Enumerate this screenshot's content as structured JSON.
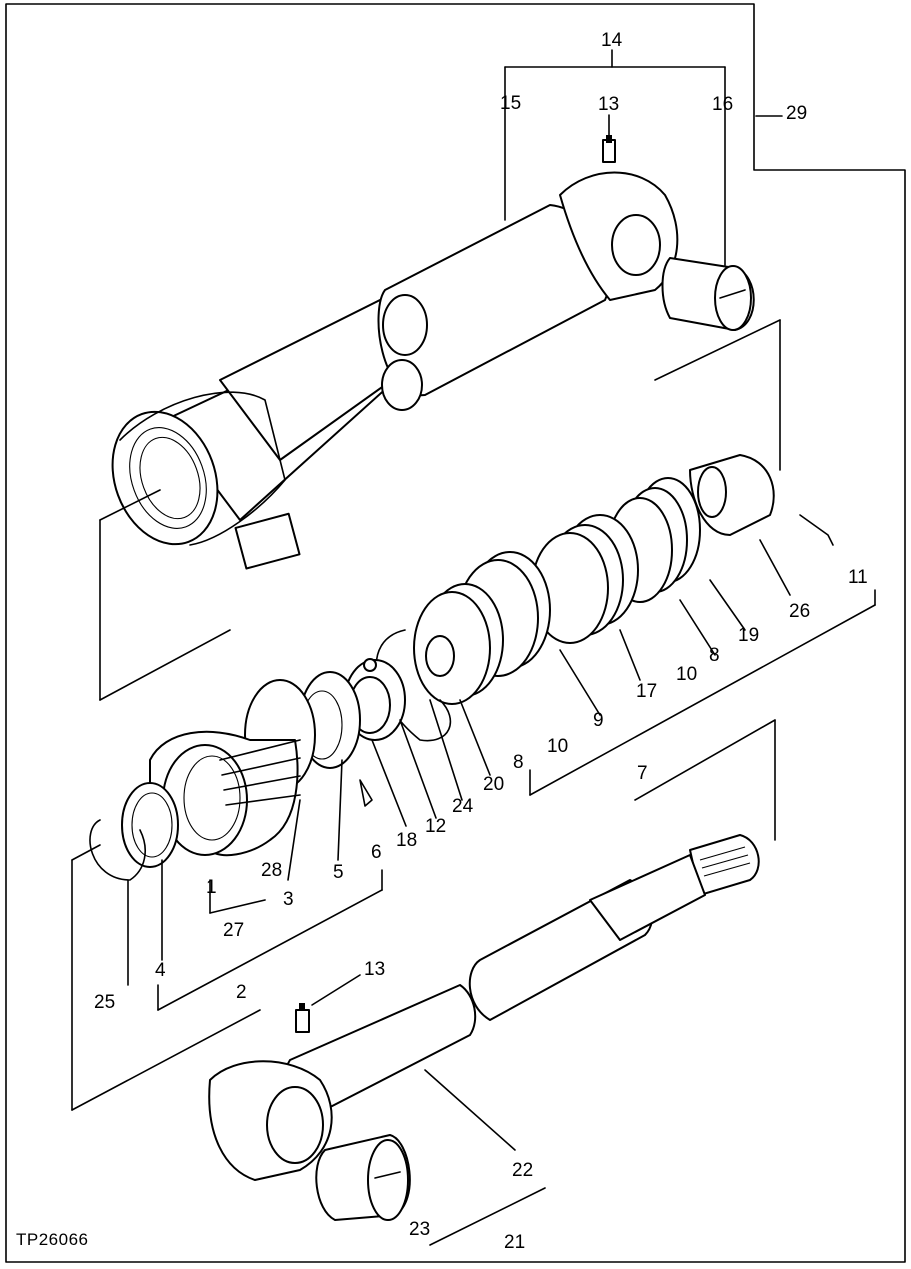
{
  "figure_id": "TP26066",
  "callouts": {
    "c1": "1",
    "c2": "2",
    "c3": "3",
    "c4": "4",
    "c5": "5",
    "c6": "6",
    "c7": "7",
    "c8a": "8",
    "c8b": "8",
    "c9": "9",
    "c10a": "10",
    "c10b": "10",
    "c11": "11",
    "c12": "12",
    "c13a": "13",
    "c13b": "13",
    "c14": "14",
    "c15": "15",
    "c16": "16",
    "c17": "17",
    "c18": "18",
    "c19": "19",
    "c20": "20",
    "c21": "21",
    "c22": "22",
    "c23": "23",
    "c24": "24",
    "c25": "25",
    "c26": "26",
    "c27": "27",
    "c28": "28",
    "c29": "29"
  }
}
